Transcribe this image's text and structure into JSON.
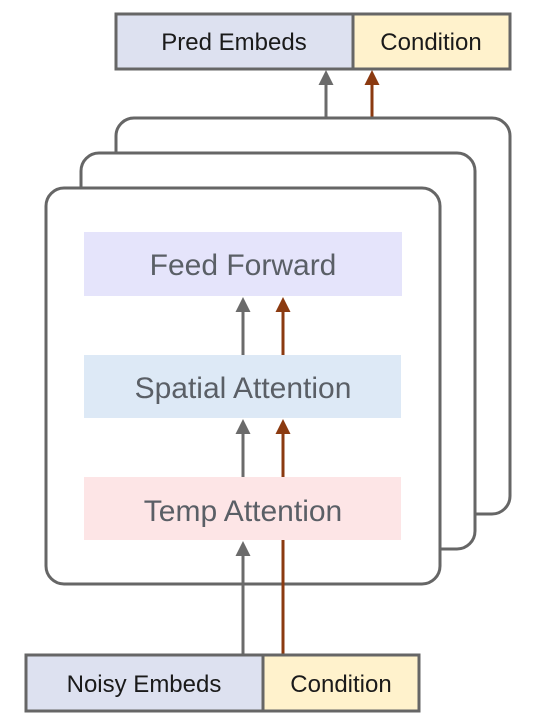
{
  "output": {
    "embeds_label": "Pred Embeds",
    "condition_label": "Condition"
  },
  "blocks": {
    "feed_forward_label": "Feed Forward",
    "spatial_attention_label": "Spatial Attention",
    "temp_attention_label": "Temp Attention"
  },
  "input": {
    "embeds_label": "Noisy Embeds",
    "condition_label": "Condition"
  },
  "colors": {
    "embeds_fill": "#dde1f0",
    "condition_fill": "#fff2cc",
    "feed_forward_fill": "#e5e4fb",
    "spatial_attention_fill": "#dde9f6",
    "temp_attention_fill": "#fde5e6",
    "box_stroke": "#666666",
    "embed_arrow": "#6b6b6b",
    "condition_arrow": "#8b3a10"
  },
  "layer_stack_count": 3
}
